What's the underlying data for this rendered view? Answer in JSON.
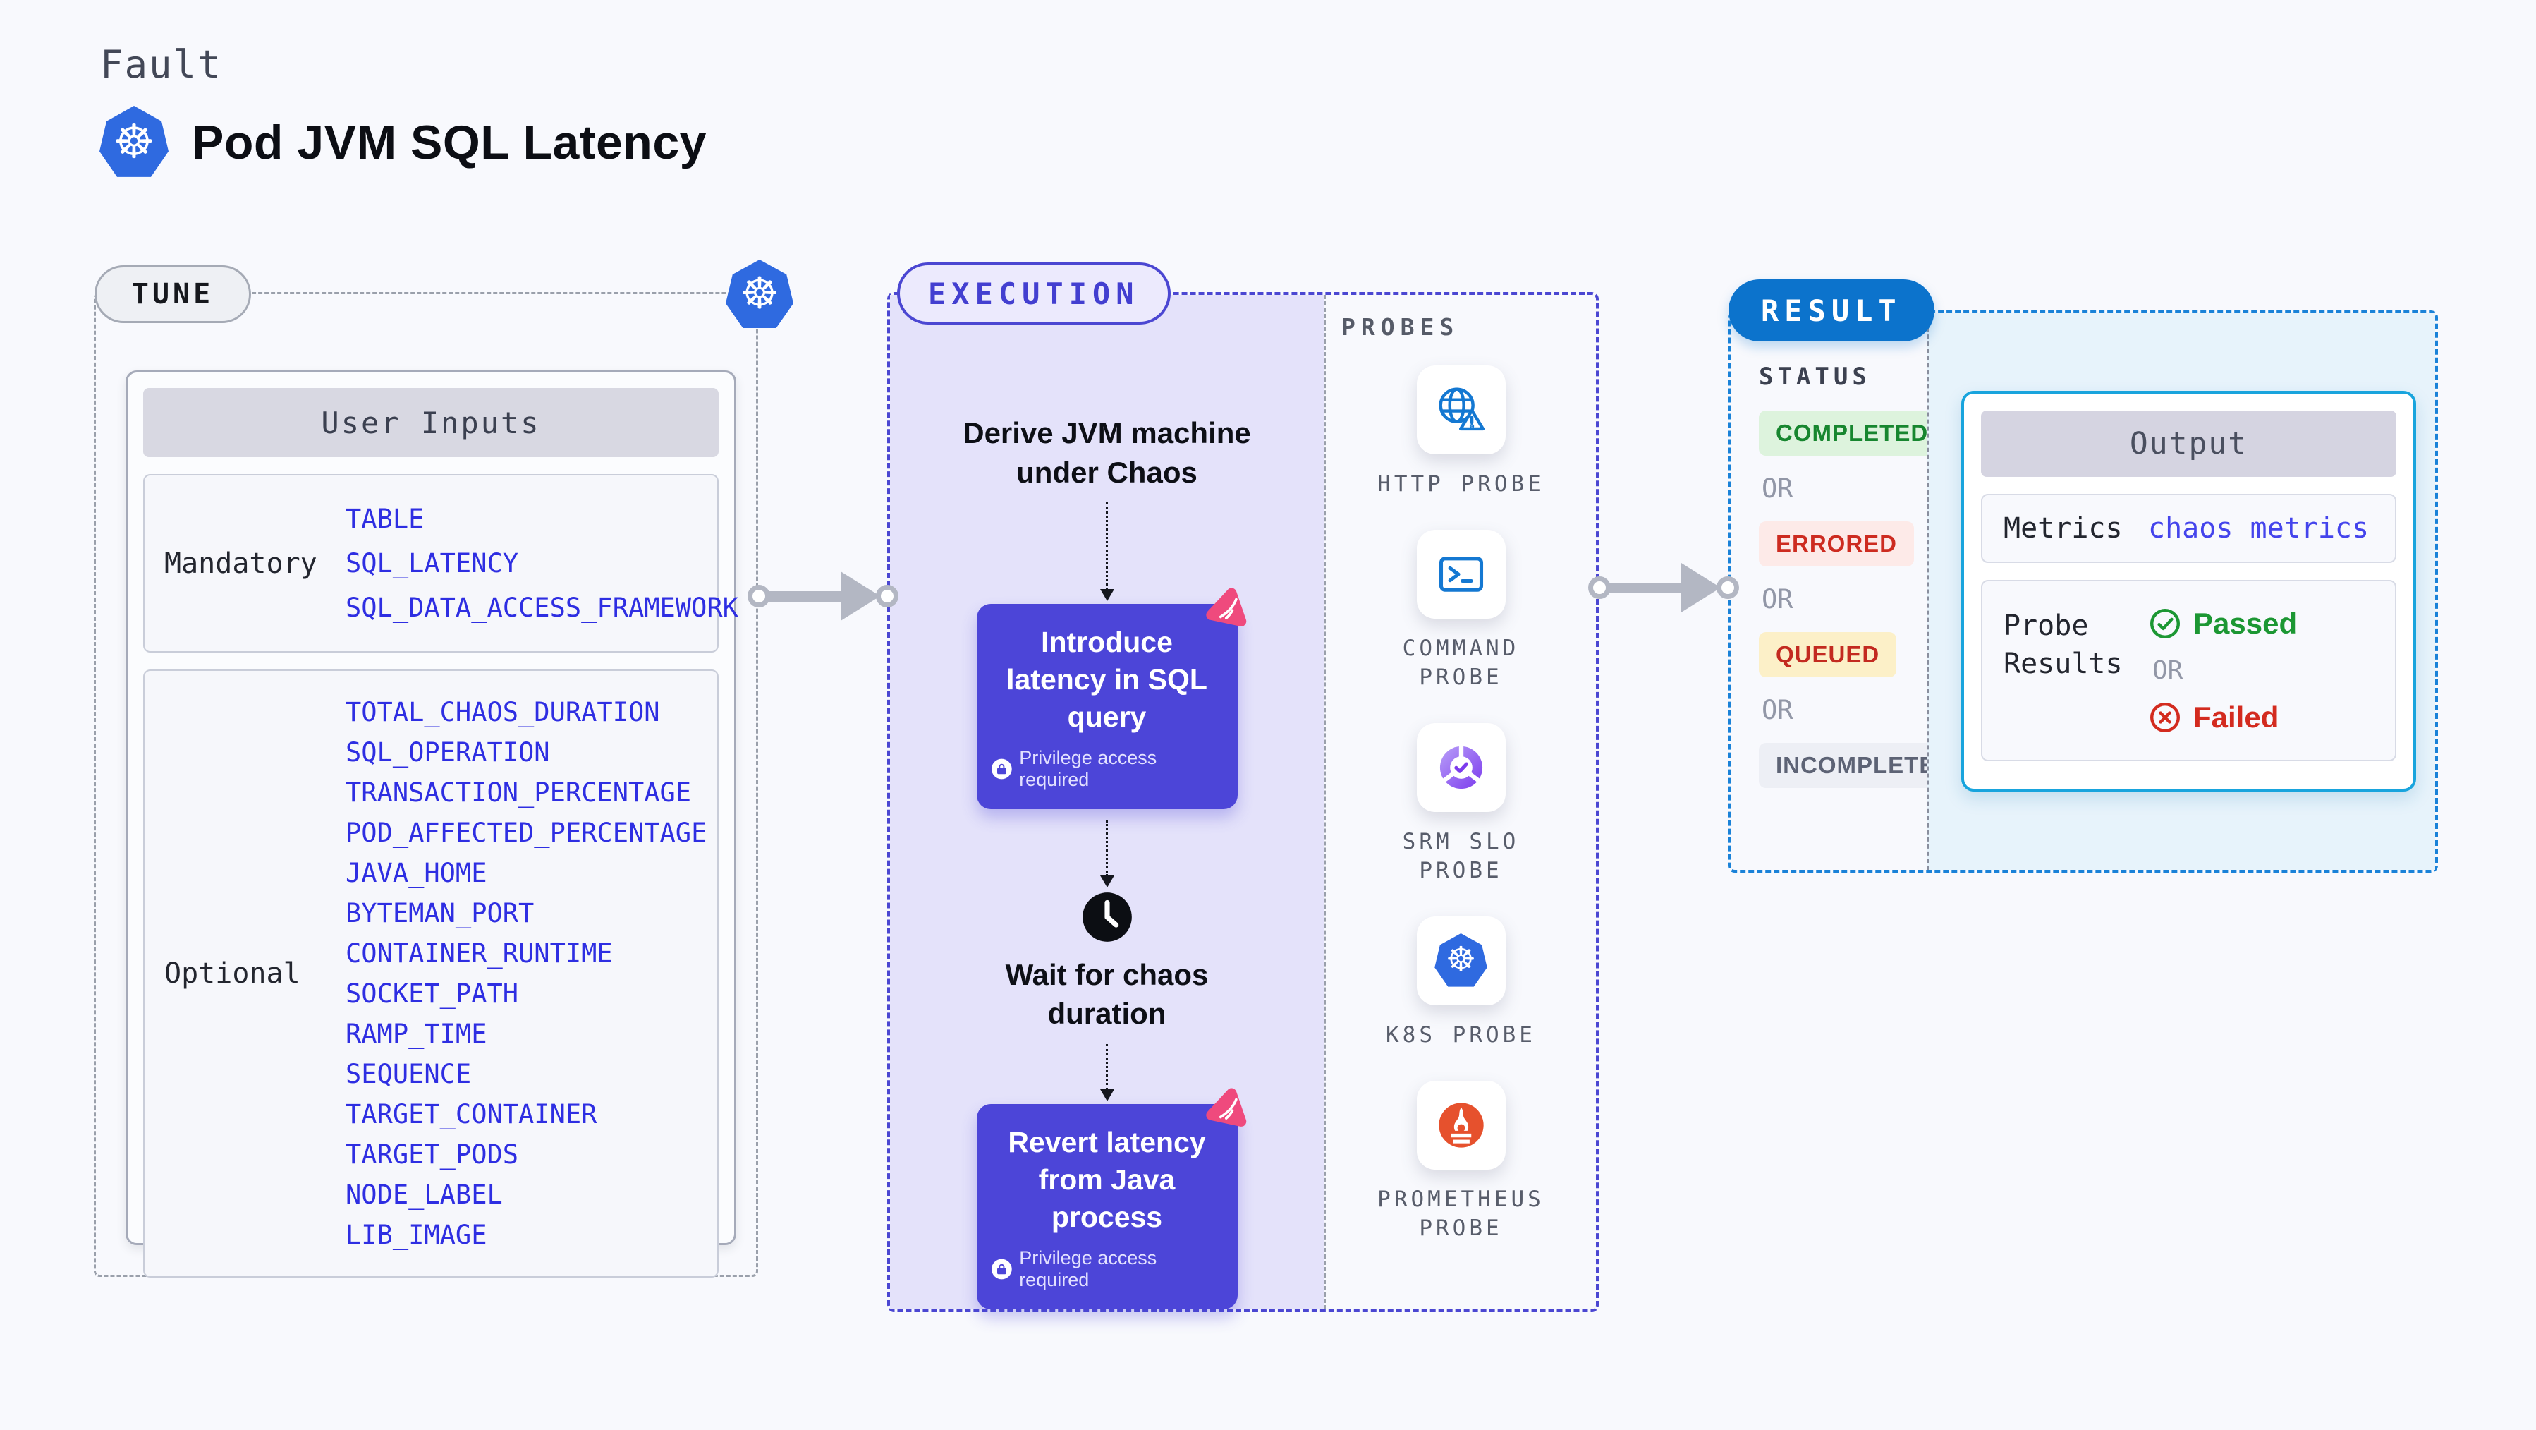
{
  "colors": {
    "kubernetes_blue": "#2f6ae0",
    "execution_indigo": "#4c45d8",
    "result_blue": "#0c73cc",
    "output_cyan": "#18a4dd",
    "passed_green": "#1c9733",
    "failed_red": "#d32b1f",
    "experiment_pink": "#ef4a7d",
    "prometheus_orange": "#e6512d",
    "probe_icon_blue": "#1478d2"
  },
  "header": {
    "eyebrow": "Fault",
    "title": "Pod JVM SQL Latency"
  },
  "tune": {
    "badge_label": "TUNE",
    "card_title": "User Inputs",
    "mandatory": {
      "label": "Mandatory",
      "items": [
        "TABLE",
        "SQL_LATENCY",
        "SQL_DATA_ACCESS_FRAMEWORK"
      ]
    },
    "optional": {
      "label": "Optional",
      "items": [
        "TOTAL_CHAOS_DURATION",
        "SQL_OPERATION",
        "TRANSACTION_PERCENTAGE",
        "POD_AFFECTED_PERCENTAGE",
        "JAVA_HOME",
        "BYTEMAN_PORT",
        "CONTAINER_RUNTIME",
        "SOCKET_PATH",
        "RAMP_TIME",
        "SEQUENCE",
        "TARGET_CONTAINER",
        "TARGET_PODS",
        "NODE_LABEL",
        "LIB_IMAGE"
      ]
    }
  },
  "execution": {
    "badge_label": "EXECUTION",
    "probes_label": "PROBES",
    "steps": {
      "derive": "Derive JVM machine under Chaos",
      "introduce": "Introduce latency in SQL query",
      "wait": "Wait for chaos duration",
      "revert": "Revert latency from Java process",
      "privilege_note": "Privilege access required"
    },
    "probes": [
      {
        "name": "HTTP PROBE"
      },
      {
        "name": "COMMAND PROBE"
      },
      {
        "name": "SRM SLO PROBE"
      },
      {
        "name": "K8S PROBE"
      },
      {
        "name": "PROMETHEUS PROBE"
      }
    ]
  },
  "result": {
    "badge_label": "RESULT",
    "status_label": "STATUS",
    "or_label": "OR",
    "statuses": [
      {
        "label": "COMPLETED"
      },
      {
        "label": "ERRORED"
      },
      {
        "label": "QUEUED"
      },
      {
        "label": "INCOMPLETED"
      }
    ],
    "output": {
      "title": "Output",
      "metrics_label": "Metrics",
      "metrics_value": "chaos metrics",
      "probe_results_label": "Probe Results",
      "passed_label": "Passed",
      "failed_label": "Failed"
    }
  }
}
